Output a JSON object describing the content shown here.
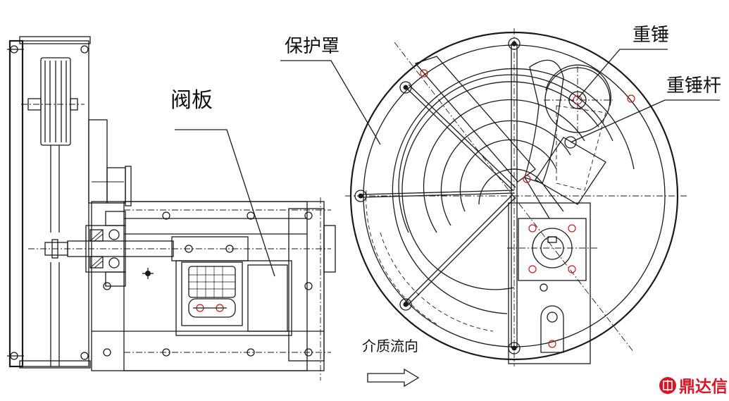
{
  "labels": {
    "valve_plate": "阀板",
    "protective_cover": "保护罩",
    "heavy_hammer": "重锤",
    "hammer_rod": "重锤杆",
    "flow_direction": "介质流向"
  },
  "logo": {
    "text": "鼎达信"
  },
  "colors": {
    "line": "#1a1a1a",
    "hole_marker": "#c41a1a",
    "logo_red": "#d4182a",
    "background": "#ffffff"
  }
}
